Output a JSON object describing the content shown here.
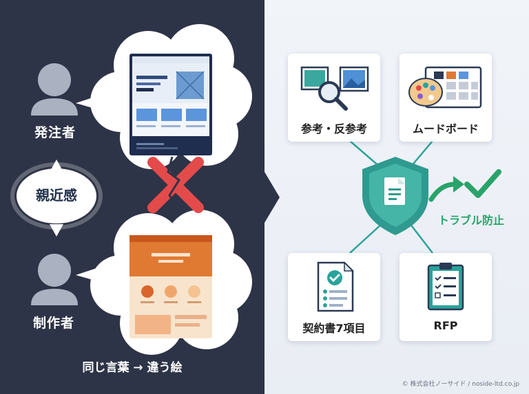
{
  "left_panel": {
    "client_label": "発注者",
    "creator_label": "制作者",
    "closeness_label": "親近感",
    "caption": "同じ言葉 → 違う絵"
  },
  "right_panel": {
    "cards": {
      "reference": "参考・反参考",
      "moodboard": "ムードボード",
      "contract": "契約書7項目",
      "rfp": "RFP"
    },
    "outcome_label": "トラブル防止"
  },
  "footer": {
    "copyright": "© 株式会社ノーサイド / noside-ltd.co.jp"
  },
  "colors": {
    "left_bg": "#2e3447",
    "accent_teal": "#2aa39b",
    "accent_green": "#2aa36a",
    "cross_red": "#e34b4b"
  }
}
